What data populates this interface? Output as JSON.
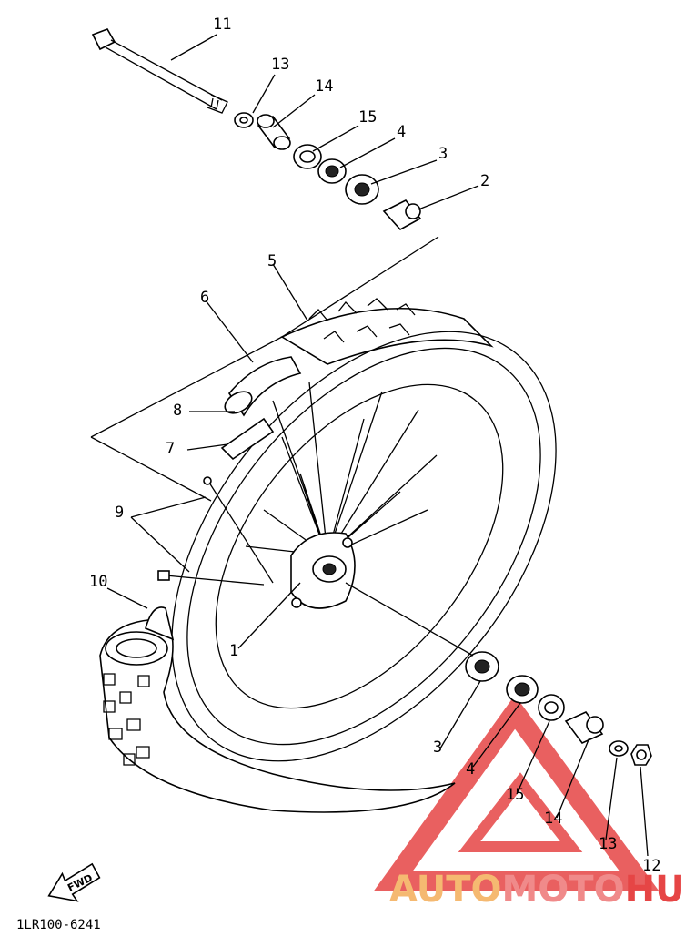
{
  "diagram": {
    "callouts": [
      "11",
      "13",
      "14",
      "15",
      "4",
      "3",
      "2",
      "5",
      "6",
      "8",
      "7",
      "9",
      "10",
      "1",
      "3",
      "4",
      "15",
      "14",
      "13",
      "12"
    ],
    "fwd_label": "FWD",
    "drawing_code": "1LR100-6241",
    "watermark": {
      "part1": "AUTO",
      "part2": "MOTO",
      "part3": "HUB",
      "colors": {
        "auto": "#f5b971",
        "moto": "#f08a8a",
        "hub": "#e64545",
        "triangle": "#e64545"
      }
    }
  }
}
